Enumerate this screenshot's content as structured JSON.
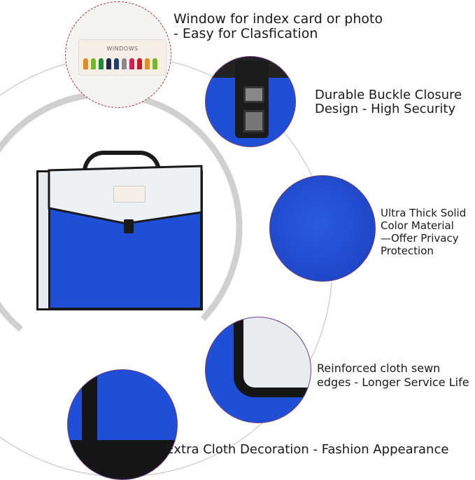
{
  "features": [
    {
      "lines": [
        "Window for index card or photo",
        "- Easy for Clasfication"
      ]
    },
    {
      "lines": [
        "Durable Buckle Closure",
        "Design - High Security"
      ]
    },
    {
      "lines": [
        "Ultra Thick Solid",
        "Color Material",
        "—Offer Privacy",
        "Protection"
      ]
    },
    {
      "lines": [
        "Reinforced cloth sewn",
        "edges - Longer Service Life"
      ]
    },
    {
      "lines": [
        "Extra Cloth Decoration - Fashion Appearance"
      ]
    }
  ],
  "window_label": "WINDOWS",
  "tab_colors": [
    "#e8891a",
    "#7ab526",
    "#1e8a3c",
    "#1e2a4a",
    "#1f3f6e",
    "#8a8a8a",
    "#d81b5c",
    "#d0161f",
    "#ee8a1a",
    "#7ab526"
  ],
  "colors": {
    "blue": "#1f4fd6",
    "white_panel": "#eef1f4",
    "trim": "#1a1a1a",
    "dashed_ring": "#a8323e"
  }
}
